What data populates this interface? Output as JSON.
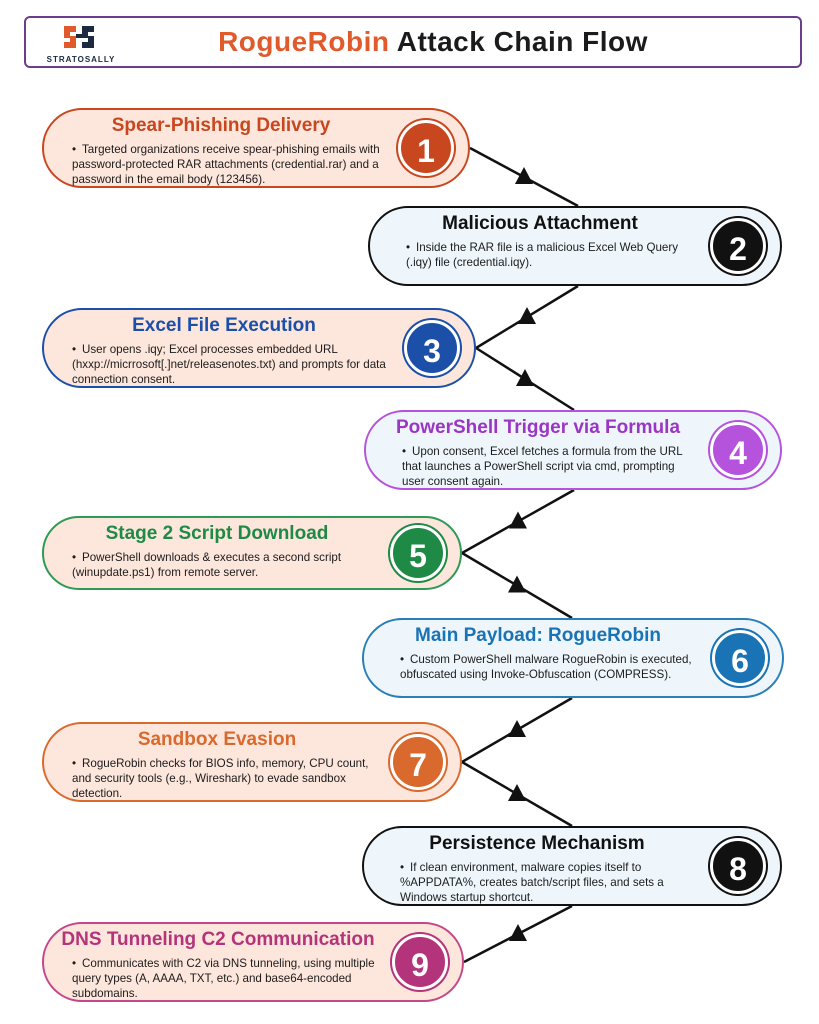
{
  "header": {
    "logo_text": "STRATOSALLY",
    "title_accent": "RogueRobin",
    "title_rest": "Attack Chain Flow"
  },
  "colors": {
    "title_accent": "#e05a2c",
    "header_border": "#6a3e8c"
  },
  "steps": [
    {
      "number": "1",
      "title": "Spear-Phishing Delivery",
      "text": "Targeted organizations receive spear-phishing emails with password-protected RAR attachments (credential.rar) and a password in the email body (123456).",
      "accent": "#c8471f",
      "fill": "#fde6dc",
      "title_color": "#c8471f",
      "border": "#c8471f"
    },
    {
      "number": "2",
      "title": "Malicious Attachment",
      "text": "Inside the RAR file is a malicious Excel Web Query (.iqy) file (credential.iqy).",
      "accent": "#111111",
      "fill": "#eef6fb",
      "title_color": "#111111",
      "border": "#111111"
    },
    {
      "number": "3",
      "title": "Excel File Execution",
      "text": "User opens .iqy; Excel processes embedded URL (hxxp://micrrosoft[.]net/releasenotes.txt) and prompts for data connection consent.",
      "accent": "#1b4fa8",
      "fill": "#fde6dc",
      "title_color": "#1b4fa8",
      "border": "#1b4fa8"
    },
    {
      "number": "4",
      "title": "PowerShell Trigger via Formula",
      "text": "Upon consent, Excel fetches a formula from the URL that launches a PowerShell script via cmd, prompting user consent again.",
      "accent": "#b553dd",
      "fill": "#eef6fb",
      "title_color": "#9b36c4",
      "border": "#b553dd"
    },
    {
      "number": "5",
      "title": "Stage 2 Script Download",
      "text": "PowerShell downloads & executes a second script (winupdate.ps1) from remote server.",
      "accent": "#1f8a45",
      "fill": "#fde6dc",
      "title_color": "#1f8a45",
      "border": "#2f9a55"
    },
    {
      "number": "6",
      "title": "Main Payload: RogueRobin",
      "text": "Custom PowerShell malware RogueRobin is executed, obfuscated using Invoke-Obfuscation (COMPRESS).",
      "accent": "#1a73b5",
      "fill": "#eef6fb",
      "title_color": "#1a73b5",
      "border": "#2a7fb8"
    },
    {
      "number": "7",
      "title": "Sandbox Evasion",
      "text": "RogueRobin checks for BIOS info, memory, CPU count, and security tools (e.g., Wireshark) to evade sandbox detection.",
      "accent": "#d9692c",
      "fill": "#fde6dc",
      "title_color": "#d9692c",
      "border": "#d9692c"
    },
    {
      "number": "8",
      "title": "Persistence Mechanism",
      "text": "If clean environment, malware copies itself to %APPDATA%, creates batch/script files, and sets a Windows startup shortcut.",
      "accent": "#111111",
      "fill": "#eef6fb",
      "title_color": "#111111",
      "border": "#111111"
    },
    {
      "number": "9",
      "title": "DNS Tunneling C2 Communication",
      "text": "Communicates with C2 via DNS tunneling, using multiple query types (A, AAAA, TXT, etc.) and base64-encoded subdomains.",
      "accent": "#b3347a",
      "fill": "#fde6dc",
      "title_color": "#b3347a",
      "border": "#c4478a"
    }
  ]
}
